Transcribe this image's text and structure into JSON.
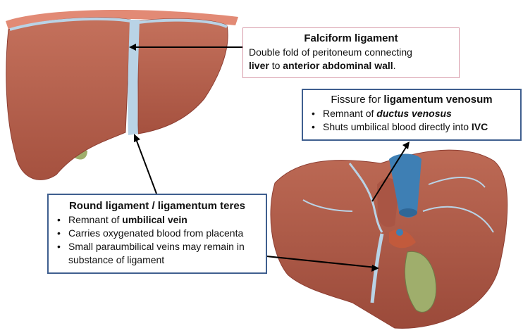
{
  "falciform": {
    "title": "Falciform ligament",
    "desc_pre": "Double fold of peritoneum connecting",
    "desc_b1": "liver",
    "desc_mid": " to ",
    "desc_b2": "anterior abdominal wall",
    "desc_end": "."
  },
  "venosum": {
    "title_pre": "Fissure for ",
    "title_b": "ligamentum venosum",
    "b1_pre": "Remnant of ",
    "b1_bi": "ductus venosus",
    "b2_pre": "Shuts umbilical blood directly into ",
    "b2_b": "IVC"
  },
  "teres": {
    "title": "Round ligament / ligamentum teres",
    "b1_pre": "Remnant of ",
    "b1_b": "umbilical vein",
    "b2": "Carries oxygenated blood from placenta",
    "b3": "Small paraumbilical veins may remain in substance of ligament"
  },
  "colors": {
    "liver": "#b8614d",
    "liver_shadow": "#8e3f33",
    "gallbladder": "#9fae6c",
    "ligament": "#b9d3e6",
    "ivc": "#3e7fb4",
    "diaphragm": "#e28a75",
    "pink_border": "#d79aa9",
    "blue_border": "#3f5f8f"
  }
}
